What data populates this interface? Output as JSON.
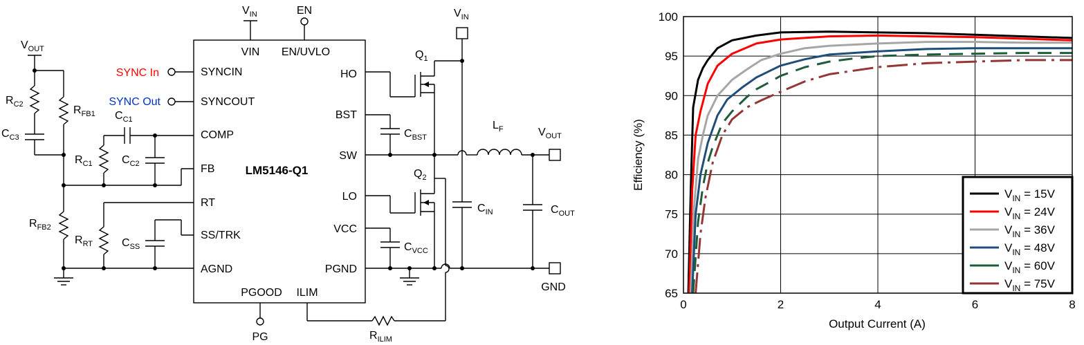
{
  "schematic": {
    "ic_part": "LM5146-Q1",
    "pins_left": [
      "SYNCIN",
      "SYNCOUT",
      "COMP",
      "FB",
      "RT",
      "SS/TRK",
      "AGND"
    ],
    "pins_right": [
      "HO",
      "BST",
      "SW",
      "LO",
      "VCC",
      "PGND"
    ],
    "pins_top": [
      "VIN",
      "EN/UVLO"
    ],
    "pins_bottom": [
      "PGOOD",
      "ILIM"
    ],
    "terminal_sync_in": "SYNC In",
    "terminal_sync_out": "SYNC Out",
    "terminal_en": "EN",
    "terminal_pg": "PG",
    "terminal_gnd": "GND",
    "vin": {
      "main": "V",
      "sub": "IN"
    },
    "vout": {
      "main": "V",
      "sub": "OUT"
    },
    "components": {
      "rc2": {
        "main": "R",
        "sub": "C2"
      },
      "cc3": {
        "main": "C",
        "sub": "C3"
      },
      "rfb1": {
        "main": "R",
        "sub": "FB1"
      },
      "cc1": {
        "main": "C",
        "sub": "C1"
      },
      "rc1": {
        "main": "R",
        "sub": "C1"
      },
      "cc2": {
        "main": "C",
        "sub": "C2"
      },
      "rfb2": {
        "main": "R",
        "sub": "FB2"
      },
      "rrt": {
        "main": "R",
        "sub": "RT"
      },
      "css": {
        "main": "C",
        "sub": "SS"
      },
      "cbst": {
        "main": "C",
        "sub": "BST"
      },
      "cvcc": {
        "main": "C",
        "sub": "VCC"
      },
      "cin": {
        "main": "C",
        "sub": "IN"
      },
      "lf": {
        "main": "L",
        "sub": "F"
      },
      "cout": {
        "main": "C",
        "sub": "OUT"
      },
      "rilim": {
        "main": "R",
        "sub": "ILIM"
      },
      "q1": {
        "main": "Q",
        "sub": "1"
      },
      "q2": {
        "main": "Q",
        "sub": "2"
      }
    },
    "colors": {
      "sync_in": "#ff0000",
      "sync_out": "#0033cc"
    }
  },
  "chart_data": {
    "type": "line",
    "title": "",
    "xlabel": "Output Current (A)",
    "ylabel": "Efficiency (%)",
    "xlim": [
      0,
      8
    ],
    "ylim": [
      65,
      100
    ],
    "x_ticks": [
      "0",
      "2",
      "4",
      "6",
      "8"
    ],
    "y_ticks": [
      "65",
      "70",
      "75",
      "80",
      "85",
      "90",
      "95",
      "100"
    ],
    "grid": true,
    "legend_position": "bottom-right",
    "legend_prefix": "V",
    "legend_sub": "IN",
    "series": [
      {
        "name": "= 15V",
        "color": "#000000",
        "dash": "",
        "x": [
          0.1,
          0.15,
          0.2,
          0.3,
          0.4,
          0.5,
          0.7,
          1,
          1.5,
          2,
          3,
          4,
          5,
          6,
          7,
          8
        ],
        "y": [
          65,
          78,
          88.5,
          92,
          93.5,
          94.5,
          96,
          97,
          97.6,
          98.0,
          98.1,
          98.0,
          97.9,
          97.7,
          97.5,
          97.3
        ]
      },
      {
        "name": "= 24V",
        "color": "#ff0000",
        "dash": "",
        "x": [
          0.12,
          0.18,
          0.25,
          0.35,
          0.5,
          0.7,
          1,
          1.5,
          2,
          3,
          4,
          5,
          6,
          7,
          8
        ],
        "y": [
          65,
          78,
          85,
          88,
          91.5,
          93.8,
          95.3,
          96.6,
          97.1,
          97.5,
          97.6,
          97.5,
          97.4,
          97.2,
          97.0
        ]
      },
      {
        "name": "= 36V",
        "color": "#a6a6a6",
        "dash": "",
        "x": [
          0.15,
          0.22,
          0.3,
          0.4,
          0.5,
          0.7,
          1,
          1.3,
          1.6,
          2,
          2.5,
          3,
          4,
          5,
          6,
          7,
          8
        ],
        "y": [
          65,
          76,
          82,
          85,
          87.5,
          90,
          92,
          93.3,
          94.5,
          95.3,
          96,
          96.3,
          96.6,
          96.8,
          96.8,
          96.7,
          96.7
        ]
      },
      {
        "name": "= 48V",
        "color": "#1f4e79",
        "dash": "",
        "x": [
          0.18,
          0.25,
          0.35,
          0.5,
          0.7,
          0.9,
          1.2,
          1.5,
          1.8,
          2,
          2.5,
          3,
          4,
          5,
          6,
          7,
          8
        ],
        "y": [
          65,
          75,
          80,
          84,
          87.5,
          89.5,
          91,
          92.3,
          93.2,
          93.8,
          94.6,
          95.2,
          95.6,
          95.9,
          96.0,
          96.0,
          96.0
        ]
      },
      {
        "name": "= 60V",
        "color": "#1e5c3a",
        "dash": "20 12",
        "x": [
          0.2,
          0.3,
          0.4,
          0.5,
          0.6,
          0.8,
          1,
          1.3,
          1.5,
          1.8,
          2,
          2.5,
          3,
          3.5,
          4,
          5,
          6,
          7,
          8
        ],
        "y": [
          65,
          74,
          78.5,
          81.5,
          83.5,
          86.5,
          88,
          89.8,
          90.8,
          91.8,
          92.5,
          93.6,
          94.3,
          94.7,
          95.0,
          95.2,
          95.3,
          95.4,
          95.4
        ]
      },
      {
        "name": "= 75V",
        "color": "#943634",
        "dash": "30 8 4 8",
        "x": [
          0.25,
          0.35,
          0.45,
          0.6,
          0.8,
          1,
          1.3,
          1.6,
          2,
          2.5,
          3,
          4,
          5,
          6,
          7,
          8
        ],
        "y": [
          65,
          72.5,
          77,
          81.5,
          85,
          87,
          88.5,
          89.4,
          90.5,
          91.8,
          92.7,
          93.6,
          94.1,
          94.3,
          94.5,
          94.5
        ]
      }
    ]
  }
}
